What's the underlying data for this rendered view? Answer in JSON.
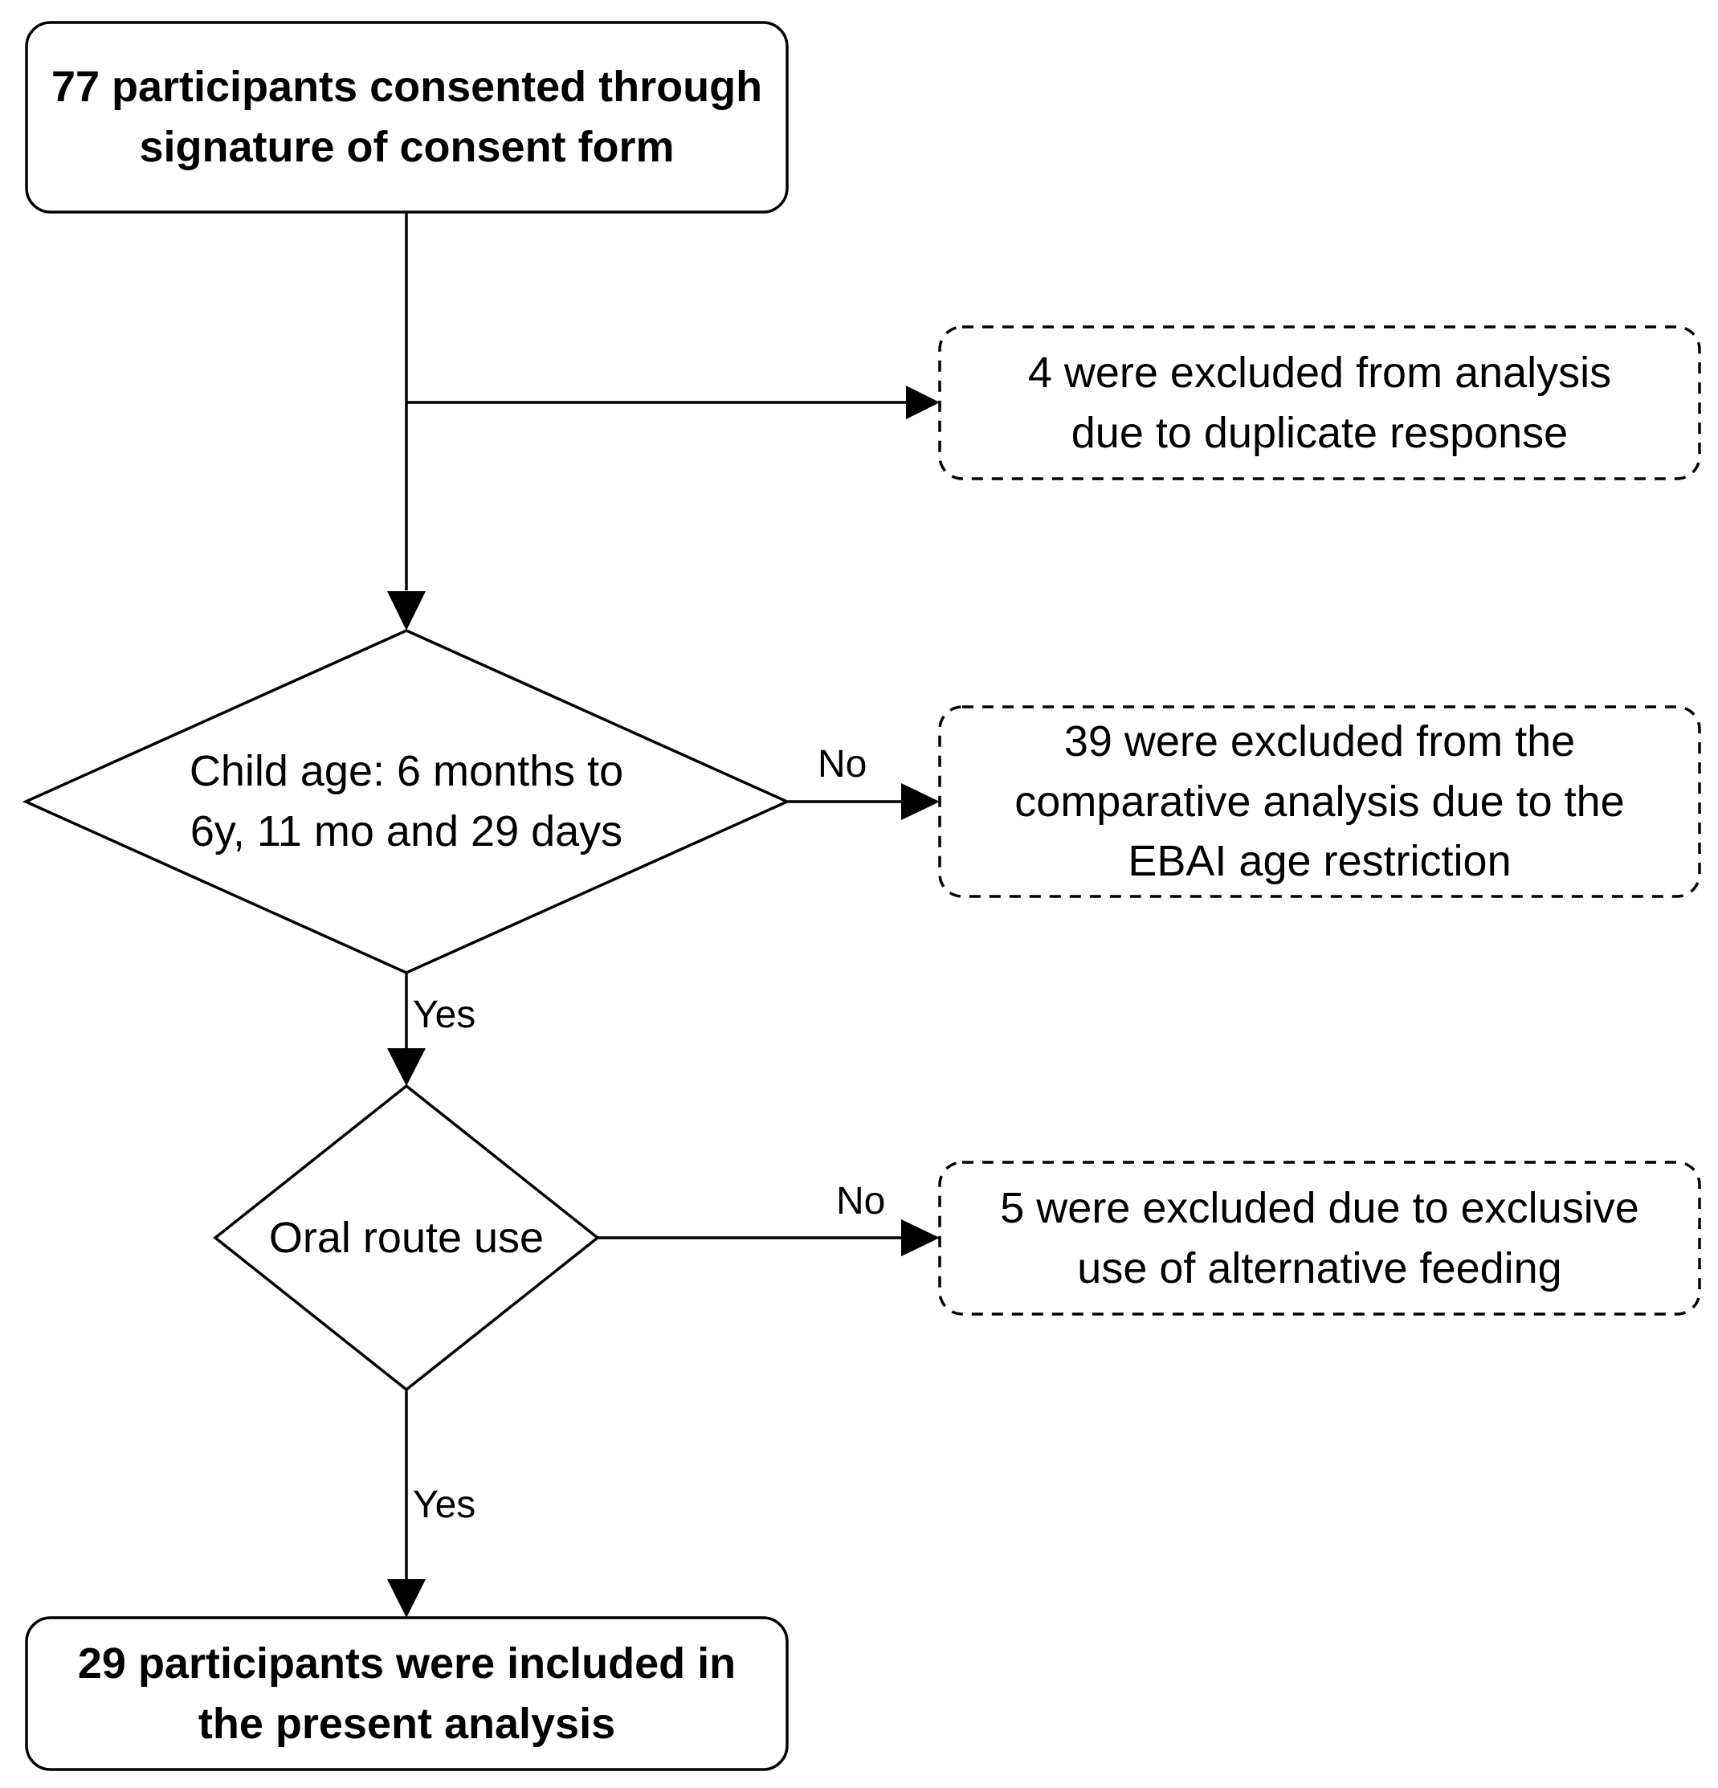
{
  "diagram": {
    "start": {
      "line1": "77 participants consented through",
      "line2": "signature of consent form"
    },
    "exclusion_duplicate": {
      "line1": "4 were excluded from analysis",
      "line2": "due to duplicate response"
    },
    "decision_age": {
      "line1": "Child age: 6 months to",
      "line2": "6y, 11 mo and 29 days",
      "no_label": "No",
      "yes_label": "Yes"
    },
    "exclusion_age": {
      "line1": "39 were excluded from the",
      "line2": "comparative analysis due to the",
      "line3": "EBAI age restriction"
    },
    "decision_oral": {
      "label": "Oral route use",
      "no_label": "No",
      "yes_label": "Yes"
    },
    "exclusion_feeding": {
      "line1": "5 were excluded due to exclusive",
      "line2": "use of alternative feeding"
    },
    "end": {
      "line1": "29 participants were included in",
      "line2": "the present analysis"
    },
    "colors": {
      "stroke": "#000000",
      "background": "#ffffff"
    }
  }
}
